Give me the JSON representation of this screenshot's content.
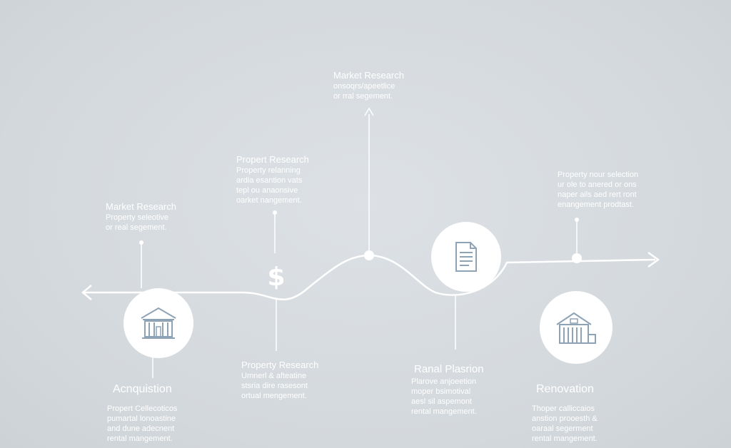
{
  "labels": {
    "top_center": {
      "title": "Market Research",
      "lines": [
        "onsoqrs/apeetlice",
        "or rral segement."
      ]
    },
    "upper_left_mid": {
      "title": "Propert Research",
      "lines": [
        "Property relanning",
        "ardia esantion vats",
        "tepl ou anaonsive",
        "oarket nangement."
      ]
    },
    "left": {
      "title": "Market Research",
      "lines": [
        "Property seleotive",
        "or real segement."
      ]
    },
    "right_upper": {
      "lines": [
        "Property nour selection",
        "ur ole to anered or ons",
        "naper ails aed rert ront",
        "enangement prodtast."
      ]
    },
    "acquisition": {
      "title": "Acnquistion",
      "lines": [
        "Propert Cellecoticos",
        "pumartal lonoastine",
        "and dune adecnent",
        "rental mangement."
      ]
    },
    "lower_mid_left": {
      "title": "Property Research",
      "lines": [
        "Umnerl & afteatine",
        "stsria dire rasesont",
        "ortual mengement."
      ]
    },
    "lower_mid_right": {
      "title": "Ranal Plasrion",
      "lines": [
        "Plarove anjoeetion",
        "moper bsimotival",
        "aesl sil aspemont",
        "rental mangement."
      ]
    },
    "renovation": {
      "title": "Renovation",
      "lines": [
        "Thoper calliccaios",
        "anstion prooesth &",
        "oaraal segerment",
        "rental mangement."
      ]
    }
  },
  "icons": {
    "left_building": "building-icon",
    "dollar": "$",
    "document": "document-icon",
    "right_building": "warehouse-icon"
  },
  "colors": {
    "background": "#d6dbdf",
    "line": "#ffffff",
    "icon": "#8ea3b5"
  }
}
